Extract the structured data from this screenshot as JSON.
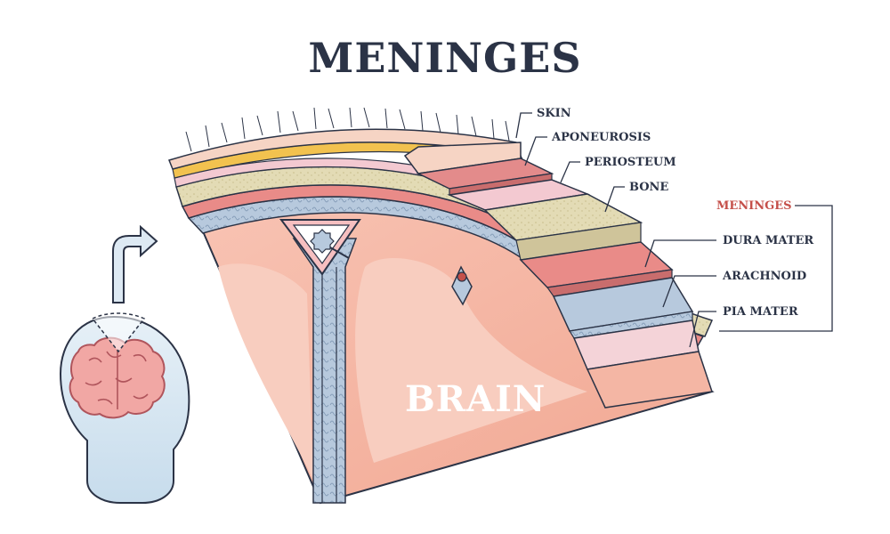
{
  "title": "MENINGES",
  "labels": {
    "skin": "SKIN",
    "aponeurosis": "APONEUROSIS",
    "periosteum": "PERIOSTEUM",
    "bone": "BONE",
    "meninges": "MENINGES",
    "dura_mater": "DURA MATER",
    "arachnoid": "ARACHNOID",
    "pia_mater": "PIA MATER",
    "brain": "BRAIN"
  },
  "colors": {
    "outline": "#2b3346",
    "skin": "#f6d4c4",
    "fat": "#f2c24f",
    "aponeurosis": "#e38b8b",
    "periosteum": "#f3c9d1",
    "bone": "#e3dbb5",
    "dura_mater": "#e98b88",
    "arachnoid": "#b7c9dd",
    "pia_mater": "#f4d3d8",
    "brain": "#f4b6a4",
    "meninges_accent": "#c5504a",
    "head": "#d8e7f2"
  }
}
